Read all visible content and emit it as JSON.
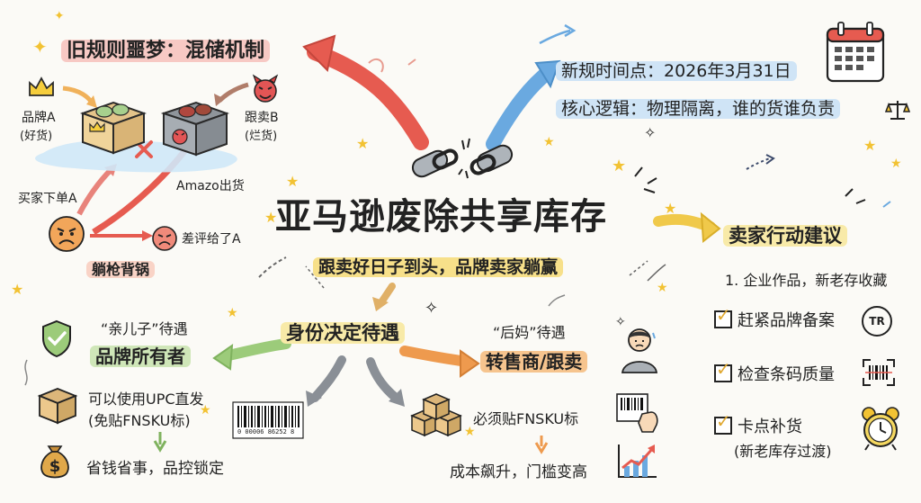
{
  "center": {
    "title": "亚马逊废除共享库存",
    "subtitle": "跟卖好日子到头，品牌卖家躺赢"
  },
  "old_rule": {
    "heading": "旧规则噩梦：混储机制",
    "brand_a": "品牌A",
    "brand_a_note": "(好货)",
    "seller_b": "跟卖B",
    "seller_b_note": "(烂货)",
    "buyer_order": "买家下单A",
    "amazon_ship": "Amazo出货",
    "bad_review": "差评给了A",
    "scapegoat": "躺枪背锅"
  },
  "new_rule": {
    "date_line": "新规时间点：2026年3月31日",
    "logic_line": "核心逻辑：物理隔离，谁的货谁负责"
  },
  "identity": {
    "heading": "身份决定待遇",
    "son_label": "“亲儿子”待遇",
    "owner": "品牌所有者",
    "upc": "可以使用UPC直发",
    "upc_note": "(免贴FNSKU标)",
    "save": "省钱省事，品控锁定",
    "step_label": "“后妈”待遇",
    "reseller": "转售商/跟卖",
    "fnsku": "必须贴FNSKU标",
    "cost": "成本飙升，门槛变高",
    "barcode_text": "0 00006 86252 8"
  },
  "actions": {
    "heading": "卖家行动建议",
    "items": [
      "1. 企业作品，新老存收藏",
      "赶紧品牌备案",
      "检查条码质量",
      "卡点补货",
      "(新老库存过渡)"
    ],
    "tm_badge": "TR"
  },
  "icons": [
    "crown-icon",
    "devil-icon",
    "angry-face-icon",
    "box-icon",
    "broken-chain-icon",
    "calendar-icon",
    "shield-check-icon",
    "barcode-icon",
    "money-bag-icon",
    "person-icon",
    "rising-chart-icon",
    "alarm-clock-icon",
    "checkbox-icon",
    "star-icon",
    "sparkle-icon"
  ],
  "colors": {
    "red_arrow": "#e65b50",
    "blue_arrow": "#6aa9e0",
    "yellow_arrow": "#f0c94a",
    "green_arrow": "#9ccb7a",
    "orange_arrow": "#ee9a4e",
    "gray_arrow": "#8a8f96",
    "star": "#f2c233"
  }
}
